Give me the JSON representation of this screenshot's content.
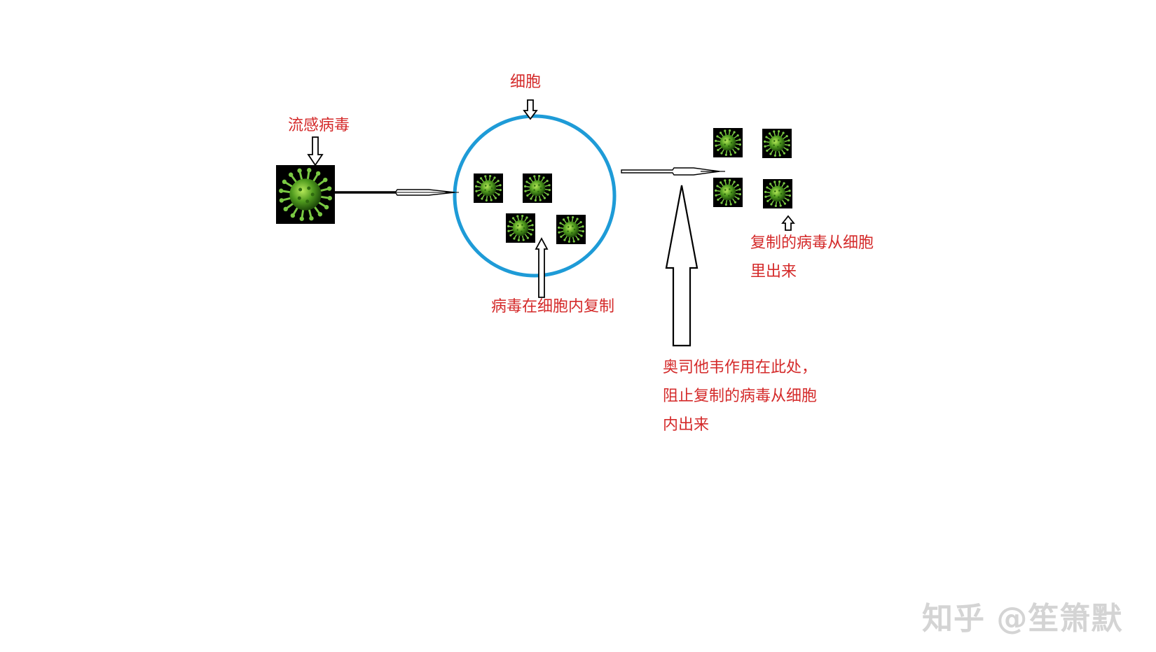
{
  "labels": {
    "flu_virus": "流感病毒",
    "cell": "细胞",
    "replication": "病毒在细胞内复制",
    "release": [
      "复制的病毒从细胞",
      "里出来"
    ],
    "oseltamivir": [
      "奥司他韦作用在此处，",
      "阻止复制的病毒从细胞",
      "内出来"
    ]
  },
  "watermark": "知乎 @笙箫默",
  "colors": {
    "label": "#d42a2a",
    "cell_membrane": "#1e9bd7",
    "virus_tile": "#000000",
    "virus_body": "#4f9a1e",
    "virus_spike": "#7ac943",
    "arrow_stroke": "#000000",
    "watermark": "#d4d4d4"
  },
  "icons": {
    "virus": "green-spiked-virus-icon",
    "arrow": "hollow-arrow"
  }
}
